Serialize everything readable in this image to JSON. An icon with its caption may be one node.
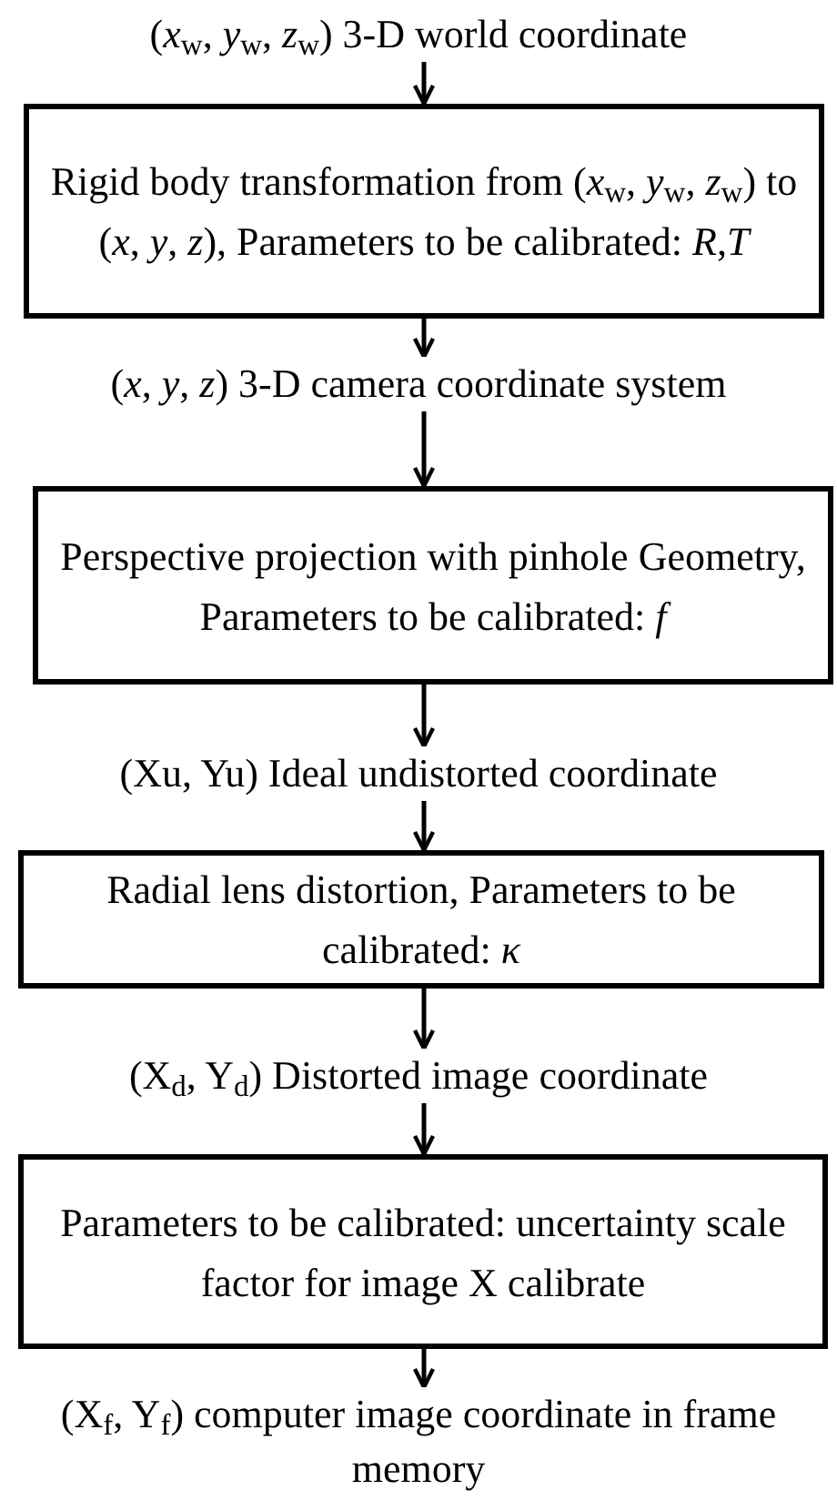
{
  "diagram": {
    "nodes": [
      {
        "text": [
          "(*x*$_{w}$, *y*$_{w}$, *z*$_{w}$) 3-D world coordinate"
        ]
      },
      {
        "text": [
          "Rigid body transformation from (*x*$_{w}$, *y*$_{w}$, *z*$_{w}$) to (*x*, *y*, *z*), Parameters to be calibrated: *R*,*T*"
        ]
      },
      {
        "text": [
          "(*x*, *y*, *z*) 3-D camera coordinate system"
        ]
      },
      {
        "text": [
          "Perspective projection with pinhole Geometry, Parameters to be calibrated: *f*"
        ]
      },
      {
        "text": [
          "(Xu, Yu) Ideal undistorted coordinate"
        ]
      },
      {
        "text": [
          "Radial lens distortion, Parameters to be calibrated: *κ*"
        ]
      },
      {
        "text": [
          "(X$_{d}$, Y$_{d}$) Distorted image coordinate"
        ]
      },
      {
        "text": [
          "Parameters to be calibrated: uncertainty scale factor for image X calibrate"
        ]
      },
      {
        "text": [
          "(X$_{f}$, Y$_{f}$) computer image coordinate in frame memory"
        ]
      }
    ],
    "edges": [
      {
        "from": 0,
        "to": 1,
        "arrow": "to"
      },
      {
        "from": 1,
        "to": 2,
        "arrow": "to"
      },
      {
        "from": 2,
        "to": 3,
        "arrow": "to"
      },
      {
        "from": 3,
        "to": 4,
        "arrow": "to"
      },
      {
        "from": 4,
        "to": 5,
        "arrow": "to"
      },
      {
        "from": 5,
        "to": 6,
        "arrow": "to"
      },
      {
        "from": 6,
        "to": 7,
        "arrow": "to"
      },
      {
        "from": 7,
        "to": 8,
        "arrow": "to"
      }
    ]
  }
}
